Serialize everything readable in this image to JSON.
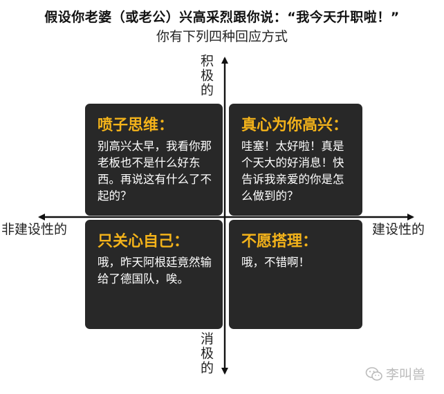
{
  "title": "假设你老婆（或老公）兴高采烈跟你说：“我今天升职啦！”",
  "subtitle": "你有下列四种回应方式",
  "axes": {
    "top": "积极的",
    "bottom": "消极的",
    "left": "非建设性的",
    "right": "建设性的"
  },
  "quadrants": {
    "top_left": {
      "title": "喷子思维：",
      "text": "别高兴太早，我看你那老板也不是什么好东西。再说这有什么了不起的？"
    },
    "top_right": {
      "title": "真心为你高兴：",
      "text": "哇塞！太好啦！真是个天大的好消息！快告诉我亲爱的你是怎么做到的？"
    },
    "bottom_left": {
      "title": "只关心自己：",
      "text": "哦，昨天阿根廷竟然输给了德国队，唉。"
    },
    "bottom_right": {
      "title": "不愿搭理：",
      "text": "哦，不错啊！"
    }
  },
  "watermark": {
    "text": "李叫兽",
    "icon": "wechat-icon"
  },
  "colors": {
    "box_background": "#282828",
    "title_accent": "#f4b31a",
    "body_text": "#ffffff",
    "axis": "#111111"
  }
}
